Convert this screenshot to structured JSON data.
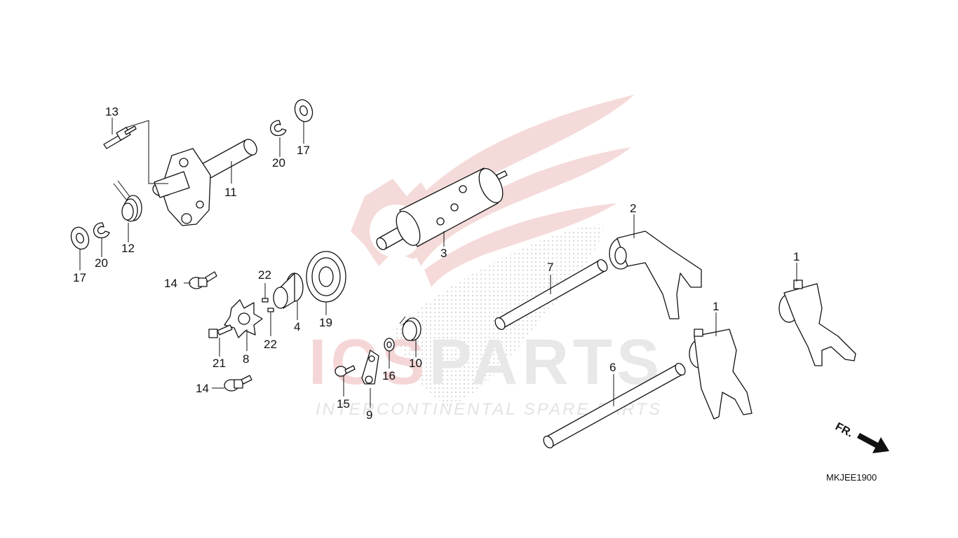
{
  "diagram": {
    "reference_code": "MKJEE1900",
    "direction_label": "FR.",
    "watermark": {
      "brand": "ICSPARTS",
      "brand_prefix": "ICS",
      "brand_suffix": "PARTS",
      "tagline": "INTERCONTINENTAL SPARE PARTS"
    },
    "callouts": [
      {
        "id": "c13",
        "label": "13"
      },
      {
        "id": "c11",
        "label": "11"
      },
      {
        "id": "c20a",
        "label": "20"
      },
      {
        "id": "c17a",
        "label": "17"
      },
      {
        "id": "c12",
        "label": "12"
      },
      {
        "id": "c20b",
        "label": "20"
      },
      {
        "id": "c17b",
        "label": "17"
      },
      {
        "id": "c3",
        "label": "3"
      },
      {
        "id": "c14a",
        "label": "14"
      },
      {
        "id": "c22a",
        "label": "22"
      },
      {
        "id": "c4",
        "label": "4"
      },
      {
        "id": "c19",
        "label": "19"
      },
      {
        "id": "c22b",
        "label": "22"
      },
      {
        "id": "c21",
        "label": "21"
      },
      {
        "id": "c8",
        "label": "8"
      },
      {
        "id": "c14b",
        "label": "14"
      },
      {
        "id": "c7",
        "label": "7"
      },
      {
        "id": "c2",
        "label": "2"
      },
      {
        "id": "c1a",
        "label": "1"
      },
      {
        "id": "c1b",
        "label": "1"
      },
      {
        "id": "c10",
        "label": "10"
      },
      {
        "id": "c16",
        "label": "16"
      },
      {
        "id": "c15",
        "label": "15"
      },
      {
        "id": "c9",
        "label": "9"
      },
      {
        "id": "c6",
        "label": "6"
      }
    ]
  }
}
